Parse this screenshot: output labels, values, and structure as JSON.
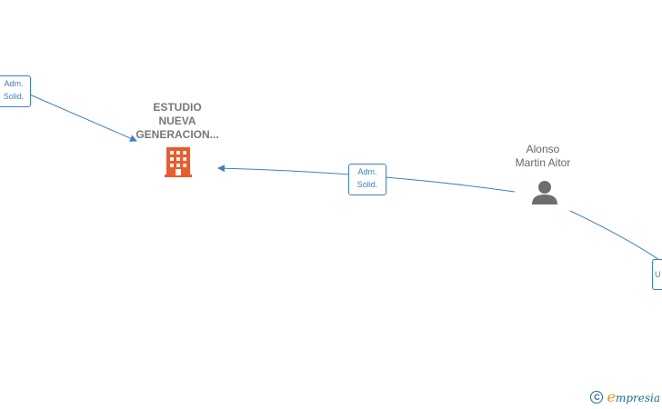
{
  "nodes": {
    "company": {
      "name_lines": [
        "ESTUDIO",
        "NUEVA",
        "GENERACION..."
      ],
      "icon": "building-icon",
      "color": "#f0592a"
    },
    "person": {
      "name_lines": [
        "Alonso",
        "Martin Aitor"
      ],
      "icon": "person-icon",
      "color": "#6d6d6d"
    }
  },
  "edges": [
    {
      "id": "left-to-company",
      "label_lines": [
        "Adm.",
        "Solid."
      ]
    },
    {
      "id": "person-to-company",
      "label_lines": [
        "Adm.",
        "Solid."
      ]
    },
    {
      "id": "person-to-right",
      "label_lines": [
        "U"
      ]
    }
  ],
  "colors": {
    "edge": "#3c7fc8"
  },
  "brand": {
    "copyright_symbol": "C",
    "initial": "e",
    "rest": "mpresia"
  }
}
